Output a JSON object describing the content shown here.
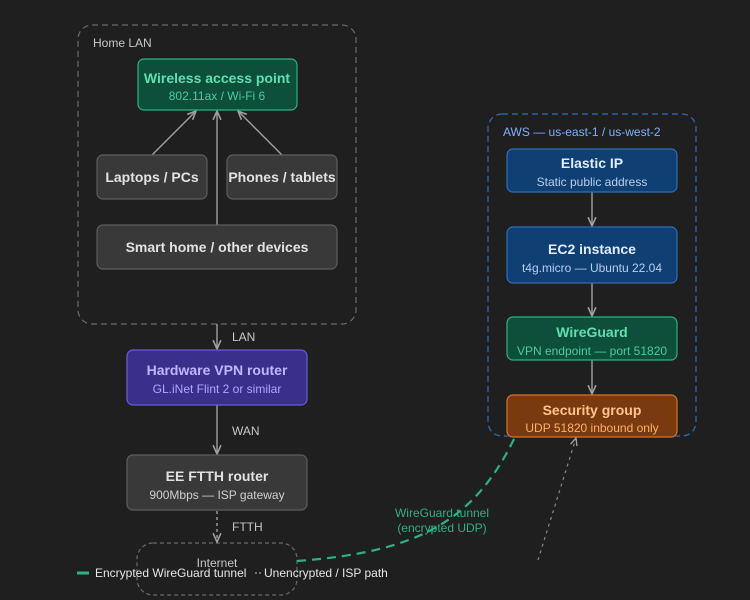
{
  "regions": {
    "home_lan": "Home LAN",
    "aws": "AWS — us-east-1 / us-west-2",
    "internet": "Internet"
  },
  "nodes": {
    "wap": {
      "title": "Wireless access point",
      "sub": "802.11ax / Wi-Fi 6"
    },
    "laptops": {
      "title": "Laptops / PCs"
    },
    "phones": {
      "title": "Phones / tablets"
    },
    "smarthome": {
      "title": "Smart home / other devices"
    },
    "vpn_router": {
      "title": "Hardware VPN router",
      "sub": "GL.iNet Flint 2 or similar"
    },
    "ee_router": {
      "title": "EE FTTH router",
      "sub": "900Mbps — ISP gateway"
    },
    "elastic_ip": {
      "title": "Elastic IP",
      "sub": "Static public address"
    },
    "ec2": {
      "title": "EC2 instance",
      "sub": "t4g.micro — Ubuntu 22.04"
    },
    "wireguard": {
      "title": "WireGuard",
      "sub": "VPN endpoint — port 51820"
    },
    "security_group": {
      "title": "Security group",
      "sub": "UDP 51820 inbound only"
    }
  },
  "edges": {
    "lan": "LAN",
    "wan": "WAN",
    "ftth": "FTTH",
    "tunnel_line1": "WireGuard tunnel",
    "tunnel_line2": "(encrypted UDP)"
  },
  "legend": {
    "encrypted": "Encrypted WireGuard tunnel",
    "unencrypted": "Unencrypted / ISP path"
  },
  "colors": {
    "background": "#1f1f1f",
    "green": "#2fb083",
    "purple": "#a79bff",
    "blue": "#7fb0ff",
    "orange": "#ffb066"
  }
}
